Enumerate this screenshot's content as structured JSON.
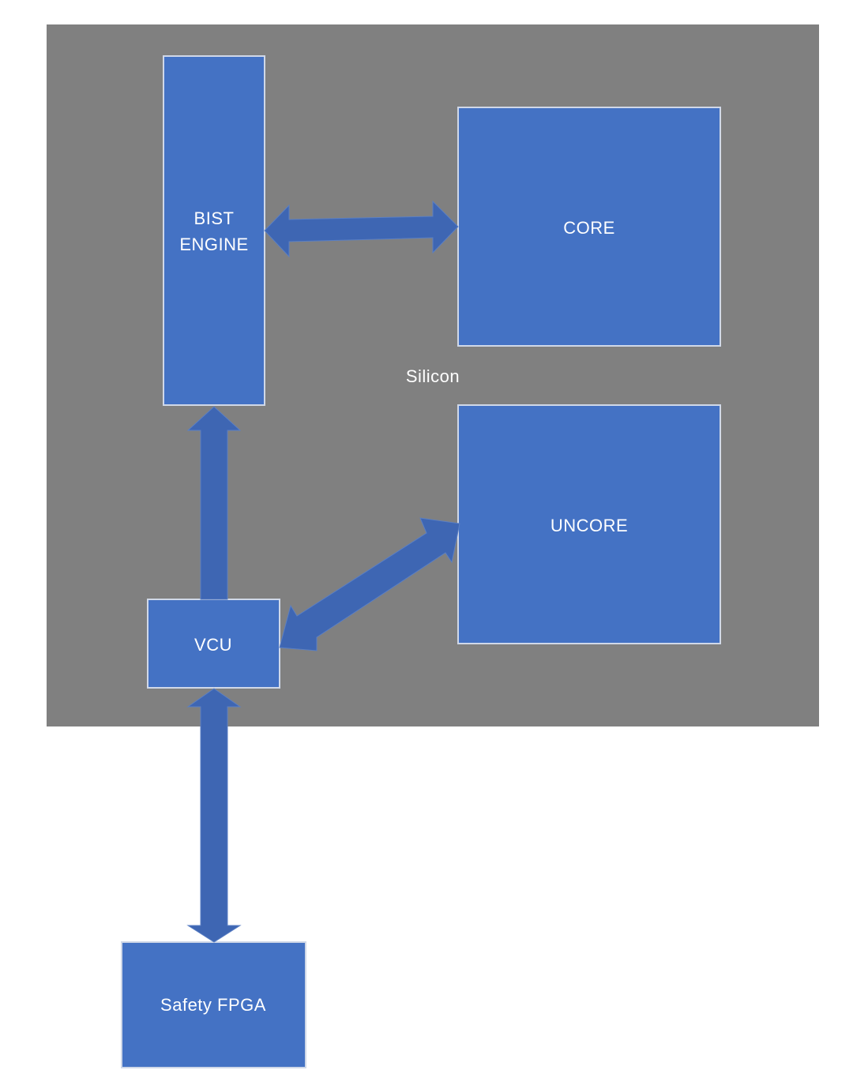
{
  "diagram": {
    "silicon": {
      "label": "Silicon"
    },
    "bist_engine": {
      "label_line1": "BIST",
      "label_line2": "ENGINE"
    },
    "core": {
      "label": "CORE"
    },
    "uncore": {
      "label": "UNCORE"
    },
    "vcu": {
      "label": "VCU"
    },
    "safety_fpga": {
      "label": "Safety FPGA"
    },
    "connections": [
      {
        "from": "BIST ENGINE",
        "to": "CORE",
        "direction": "bidirectional"
      },
      {
        "from": "VCU",
        "to": "BIST ENGINE",
        "direction": "unidirectional"
      },
      {
        "from": "VCU",
        "to": "UNCORE",
        "direction": "bidirectional"
      },
      {
        "from": "VCU",
        "to": "Safety FPGA",
        "direction": "bidirectional"
      }
    ],
    "colors": {
      "silicon_fill": "#808080",
      "block_fill": "#4472c4",
      "block_border": "#d0d8e8",
      "arrow_fill": "#3e66b3",
      "text": "#ffffff",
      "background": "#ffffff"
    }
  }
}
